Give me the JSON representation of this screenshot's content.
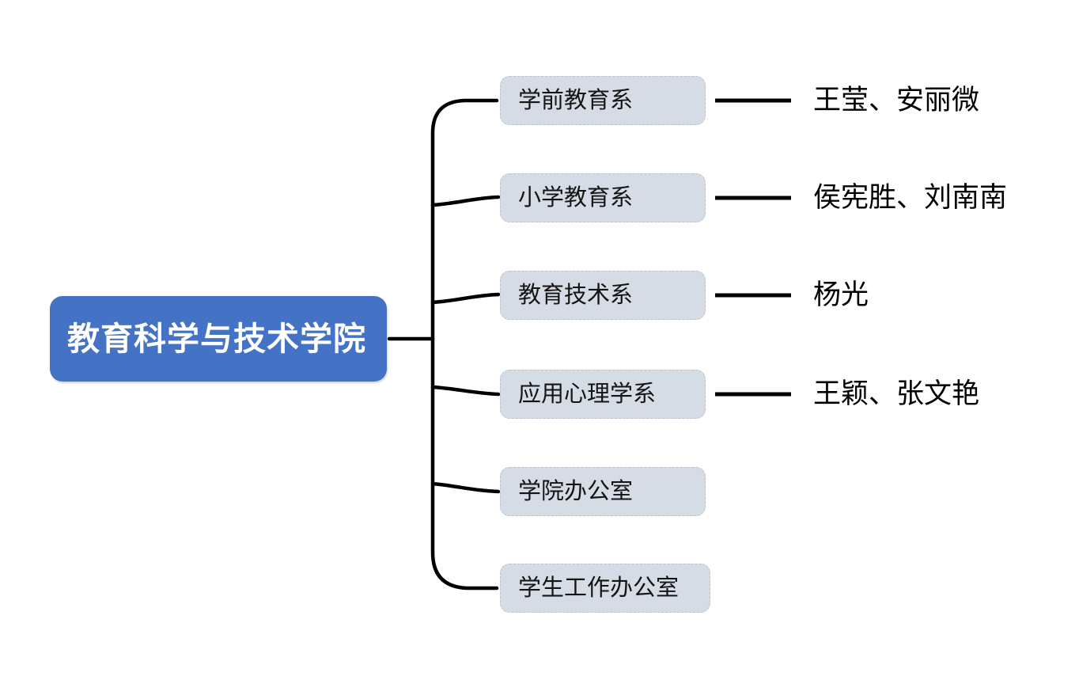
{
  "diagram": {
    "root": {
      "label": "教育科学与技术学院"
    },
    "branches": [
      {
        "label": "学前教育系",
        "names": "王莹、安丽微"
      },
      {
        "label": "小学教育系",
        "names": "侯宪胜、刘南南"
      },
      {
        "label": "教育技术系",
        "names": "杨光"
      },
      {
        "label": "应用心理学系",
        "names": "王颖、张文艳"
      },
      {
        "label": "学院办公室",
        "names": ""
      },
      {
        "label": "学生工作办公室",
        "names": ""
      }
    ],
    "colors": {
      "root_bg": "#4472C4",
      "root_text": "#FFFFFF",
      "branch_bg": "#D6DCE5",
      "branch_border": "#BCC4CF",
      "line": "#000000",
      "text": "#141414",
      "background": "#FFFFFF"
    }
  }
}
